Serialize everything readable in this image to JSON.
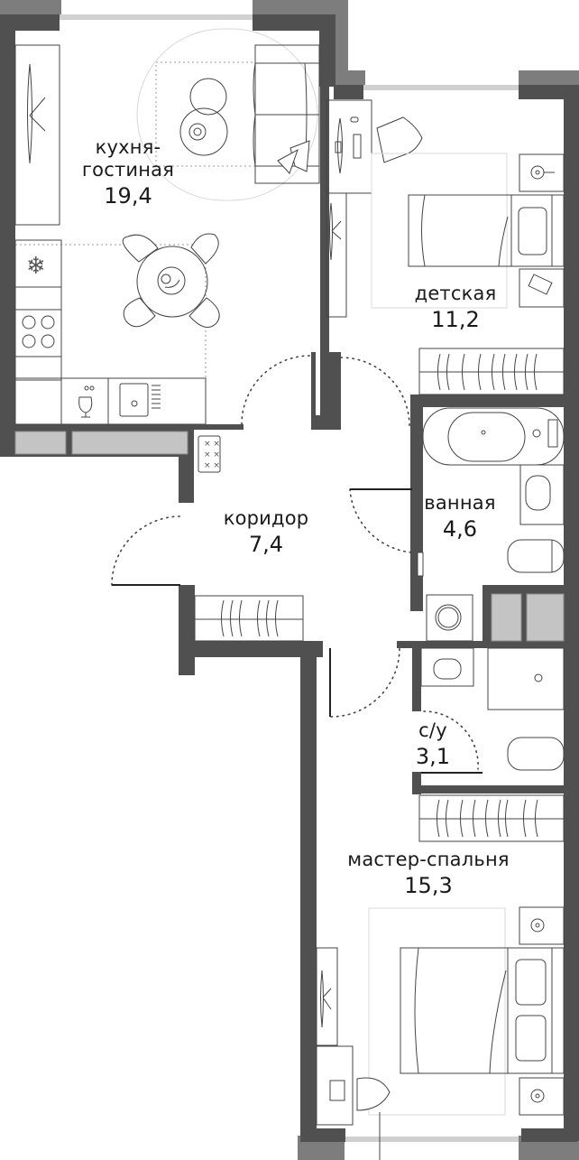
{
  "plan": {
    "type": "apartment-floor-plan",
    "colors": {
      "wall": "#505050",
      "exterior_wall": "#7d7d7d",
      "shaft": "#c4c4c4",
      "line": "#444444",
      "text": "#1a1a1a"
    },
    "rooms": [
      {
        "id": "kitchen-living",
        "name": "кухня-\nгостиная",
        "name_line1": "кухня-",
        "name_line2": "гостиная",
        "area": "19,4"
      },
      {
        "id": "kids-room",
        "name": "детская",
        "area": "11,2"
      },
      {
        "id": "corridor",
        "name": "коридор",
        "area": "7,4"
      },
      {
        "id": "bathroom",
        "name": "ванная",
        "area": "4,6"
      },
      {
        "id": "wc",
        "name": "с/у",
        "area": "3,1"
      },
      {
        "id": "master-bedroom",
        "name": "мастер-спальня",
        "area": "15,3"
      }
    ]
  }
}
